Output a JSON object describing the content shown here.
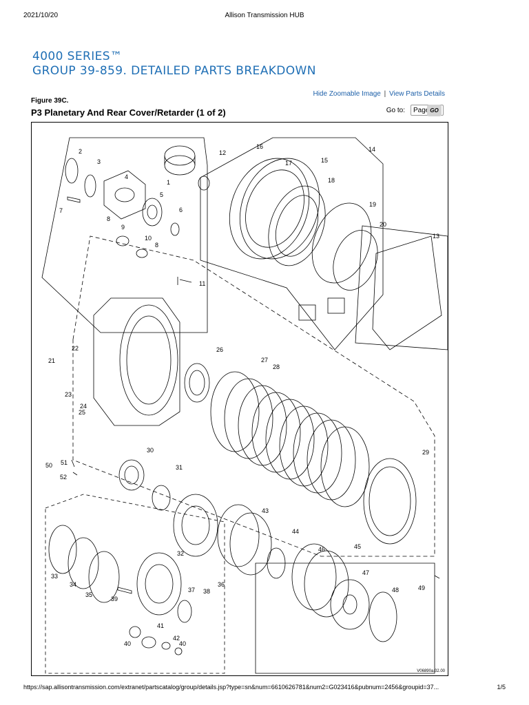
{
  "print_header": {
    "date": "2021/10/20",
    "title": "Allison Transmission HUB"
  },
  "header": {
    "series": "4000 SERIES™",
    "group": "GROUP 39-859. DETAILED PARTS BREAKDOWN"
  },
  "links": {
    "hide_zoomable": "Hide Zoomable Image",
    "separator": "|",
    "view_parts": "View Parts Details"
  },
  "goto": {
    "label": "Go to:",
    "selected_page": "Page 1",
    "go_label": "GO"
  },
  "figure": {
    "label": "Figure 39C.",
    "title": "P3 Planetary And Rear Cover/Retarder (1 of 2)",
    "drawing_code": "V06890a.02.00",
    "callouts": [
      "1",
      "2",
      "3",
      "4",
      "5",
      "6",
      "7",
      "8",
      "9",
      "10",
      "8",
      "11",
      "12",
      "13",
      "14",
      "15",
      "16",
      "17",
      "18",
      "19",
      "20",
      "21",
      "22",
      "23",
      "24",
      "25",
      "26",
      "27",
      "28",
      "29",
      "30",
      "31",
      "32",
      "33",
      "34",
      "35",
      "36",
      "37",
      "38",
      "39",
      "40",
      "40",
      "41",
      "42",
      "43",
      "44",
      "45",
      "46",
      "47",
      "48",
      "49",
      "50",
      "51",
      "52"
    ]
  },
  "print_footer": {
    "url": "https://sap.allisontransmission.com/extranet/partscatalog/group/details.jsp?type=sn&num=6610626781&num2=G023416&pubnum=2456&groupid=37...",
    "page": "1/5"
  },
  "colors": {
    "title_blue": "#1f6fb5",
    "link_blue": "#1c5fa8",
    "go_button": "#d3d3d3"
  },
  "icons": {
    "select_arrow": "chevron-down-icon"
  }
}
